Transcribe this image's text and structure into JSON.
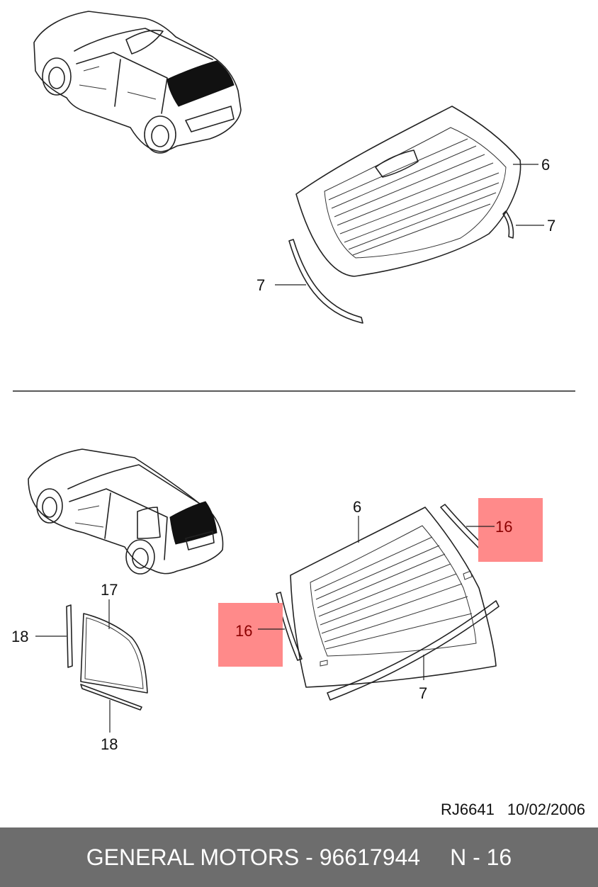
{
  "callouts": {
    "top_glass": "6",
    "top_molding_right": "7",
    "top_molding_left": "7",
    "bottom_glass": "6",
    "bottom_molding_right_highlighted": "16",
    "bottom_molding_left_highlighted": "16",
    "side_glass": "17",
    "side_strip_vertical": "18",
    "side_strip_bottom": "18",
    "bottom_lower_molding": "7"
  },
  "colors": {
    "highlight_box": "#ff8a8a",
    "highlight_text": "#8b0000",
    "footer_background": "#6d6d6d",
    "footer_text": "#ffffff",
    "line_art": "#222222"
  },
  "doc_ref": {
    "code": "RJ6641",
    "date": "10/02/2006"
  },
  "footer": {
    "brand_part": "GENERAL MOTORS - 96617944",
    "ref": "N - 16"
  }
}
